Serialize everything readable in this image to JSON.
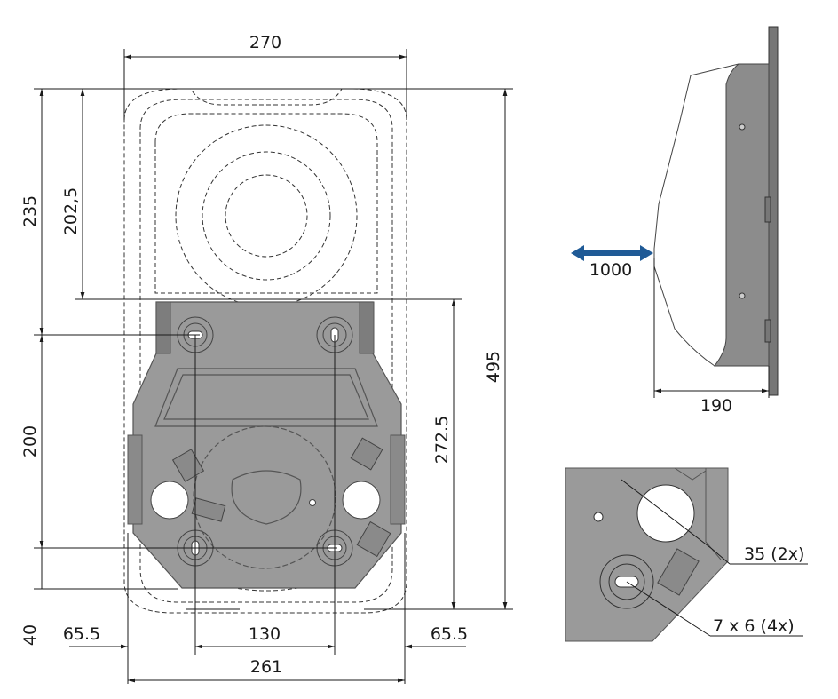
{
  "front_view": {
    "dim_top_width": "270",
    "dim_left_upper": "235",
    "dim_inner_upper": "202,5",
    "dim_left_lower": "200",
    "dim_bottom_offset": "40",
    "dim_left_margin": "65.5",
    "dim_hole_spacing": "130",
    "dim_right_margin": "65.5",
    "dim_plate_width": "261",
    "dim_plate_height": "272.5",
    "dim_total_height": "495"
  },
  "side_view": {
    "dim_clearance": "1000",
    "dim_depth": "190",
    "arrow_color": "#1f5a96"
  },
  "detail_view": {
    "label_large_hole": "35 (2x)",
    "label_slot_hole": "7 x 6 (4x)"
  },
  "colors": {
    "plate_fill": "#9a9a9a",
    "device_fill": "#8c8c8c",
    "wall": "#777777"
  }
}
